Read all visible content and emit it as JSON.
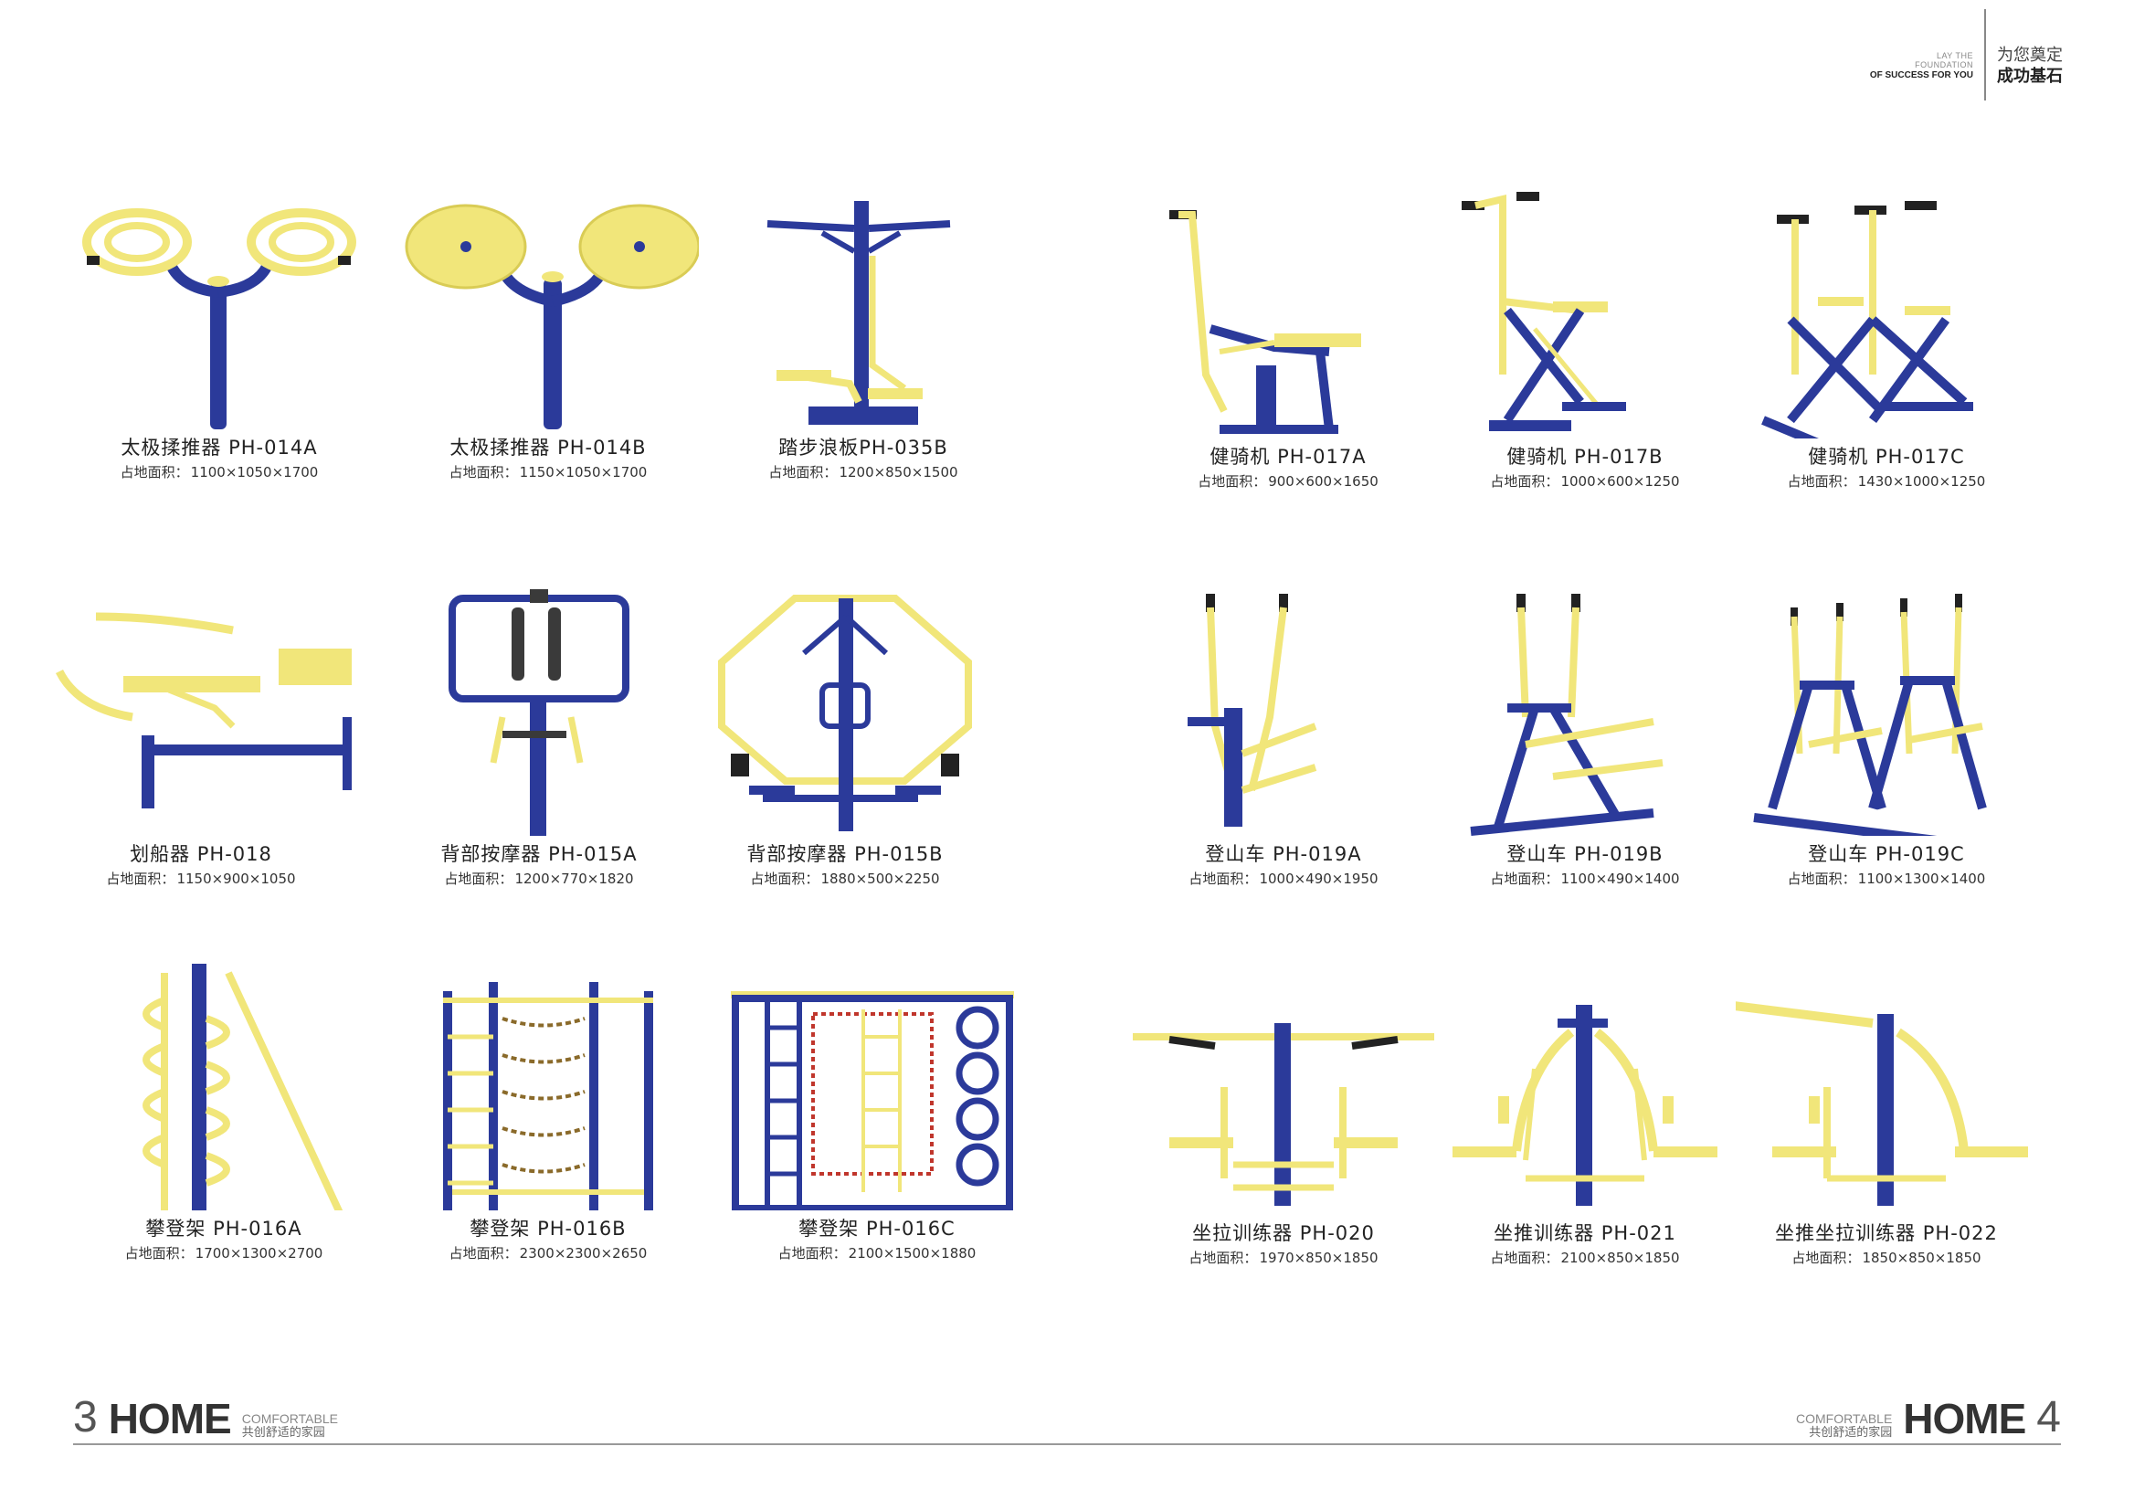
{
  "header": {
    "en_line1": "LAY THE",
    "en_line2": "FOUNDATION",
    "en_line3": "OF SUCCESS FOR YOU",
    "cn_line1": "为您奠定",
    "cn_line2": "成功基石"
  },
  "area_label": "占地面积：",
  "products": [
    {
      "name": "太极揉推器 PH-014A",
      "area": "1100×1050×1700"
    },
    {
      "name": "太极揉推器 PH-014B",
      "area": "1150×1050×1700"
    },
    {
      "name": "踏步浪板PH-035B",
      "area": "1200×850×1500"
    },
    {
      "name": "健骑机 PH-017A",
      "area": "900×600×1650"
    },
    {
      "name": "健骑机 PH-017B",
      "area": "1000×600×1250"
    },
    {
      "name": "健骑机 PH-017C",
      "area": "1430×1000×1250"
    },
    {
      "name": "划船器 PH-018",
      "area": "1150×900×1050"
    },
    {
      "name": "背部按摩器 PH-015A",
      "area": "1200×770×1820"
    },
    {
      "name": "背部按摩器 PH-015B",
      "area": "1880×500×2250"
    },
    {
      "name": "登山车 PH-019A",
      "area": "1000×490×1950"
    },
    {
      "name": "登山车 PH-019B",
      "area": "1100×490×1400"
    },
    {
      "name": "登山车 PH-019C",
      "area": "1100×1300×1400"
    },
    {
      "name": "攀登架 PH-016A",
      "area": "1700×1300×2700"
    },
    {
      "name": "攀登架 PH-016B",
      "area": "2300×2300×2650"
    },
    {
      "name": "攀登架 PH-016C",
      "area": "2100×1500×1880"
    },
    {
      "name": "坐拉训练器 PH-020",
      "area": "1970×850×1850"
    },
    {
      "name": "坐推训练器 PH-021",
      "area": "2100×850×1850"
    },
    {
      "name": "坐推坐拉训练器 PH-022",
      "area": "1850×850×1850"
    }
  ],
  "footer": {
    "left_num": "3",
    "right_num": "4",
    "home": "HOME",
    "comfortable": "COMFORTABLE",
    "tagline": "共创舒适的家园"
  },
  "colors": {
    "yellow": "#f1e67a",
    "blue": "#2b3a9a",
    "black": "#222222"
  }
}
